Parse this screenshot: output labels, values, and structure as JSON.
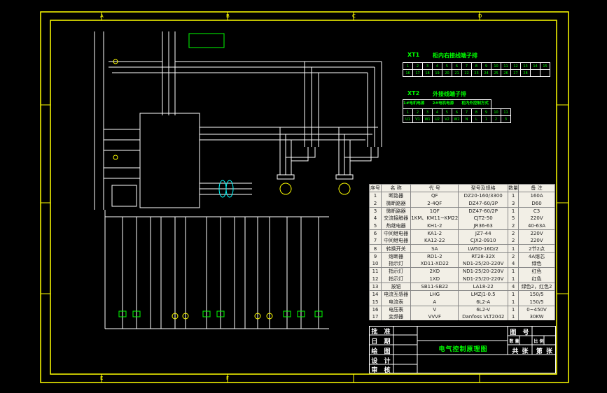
{
  "drawing_title": "电气控制原理图",
  "grid_letters": [
    "A",
    "B",
    "C",
    "D",
    "E",
    "F"
  ],
  "terminal_strips": [
    {
      "tag": "XT1",
      "title": "柜内右接线端子排",
      "row1": [
        "1",
        "2",
        "3",
        "4",
        "5",
        "6",
        "7",
        "8",
        "9",
        "10",
        "11",
        "12",
        "13",
        "14",
        "15"
      ],
      "row2": [
        "16",
        "17",
        "18",
        "19",
        "20",
        "21",
        "22",
        "23",
        "24",
        "25",
        "26",
        "27",
        "28",
        "",
        ""
      ]
    },
    {
      "tag": "XT2",
      "title": "外接线端子排",
      "headers": [
        "1#电机电源",
        "2#电机电源",
        "柜内外控制方式"
      ],
      "row1": [
        "1",
        "2",
        "3",
        "4",
        "5",
        "6",
        "7",
        "8",
        "9",
        "10",
        "11"
      ],
      "row2": [
        "U1",
        "V1",
        "W1",
        "U2",
        "V2",
        "W2",
        "N",
        "L",
        "1",
        "2",
        "3"
      ]
    }
  ],
  "parts_table": {
    "headers": [
      "序号",
      "名  称",
      "代  号",
      "型号及规格",
      "数量",
      "备  注"
    ],
    "rows": [
      [
        "1",
        "断路器",
        "QF",
        "DZ20-160/3300",
        "1",
        "160A"
      ],
      [
        "2",
        "微断路器",
        "2-4QF",
        "DZ47-60/3P",
        "3",
        "D60"
      ],
      [
        "3",
        "微断路器",
        "1QF",
        "DZ47-60/2P",
        "1",
        "C3"
      ],
      [
        "4",
        "交流接触器",
        "1KM、KM11~KM22",
        "CJT2-50",
        "5",
        "220V"
      ],
      [
        "5",
        "热继电器",
        "KH1-2",
        "JR36-63",
        "2",
        "40-63A"
      ],
      [
        "6",
        "中间继电器",
        "KA1-2",
        "JZ7-44",
        "2",
        "220V"
      ],
      [
        "7",
        "中间继电器",
        "KA12-22",
        "CJX2-0910",
        "2",
        "220V"
      ],
      [
        "8",
        "转换开关",
        "SA",
        "LW5D-16D/2",
        "1",
        "2节2点"
      ],
      [
        "9",
        "熔断器",
        "RD1-2",
        "RT28-32X",
        "2",
        "4A熔芯"
      ],
      [
        "10",
        "指示灯",
        "XD11-XD22",
        "ND1-25/20-220V",
        "4",
        "绿色"
      ],
      [
        "11",
        "指示灯",
        "2XD",
        "ND1-25/20-220V",
        "1",
        "红色"
      ],
      [
        "12",
        "指示灯",
        "1XD",
        "ND1-25/20-220V",
        "1",
        "红色"
      ],
      [
        "13",
        "按钮",
        "SB11-SB22",
        "LA18-22",
        "4",
        "绿色2，红色2"
      ],
      [
        "14",
        "电流互感器",
        "LHG",
        "LMZJ1-0.5",
        "1",
        "150/5"
      ],
      [
        "15",
        "电流表",
        "A",
        "6L2-A",
        "1",
        "150/5"
      ],
      [
        "16",
        "电压表",
        "V",
        "6L2-V",
        "1",
        "0~450V"
      ],
      [
        "17",
        "变频器",
        "VVVF",
        "Danfoss VLT2042",
        "1",
        "30KW"
      ]
    ],
    "separators_after": [
      0,
      2,
      5,
      7,
      8,
      10,
      12,
      13,
      15
    ]
  },
  "title_block": {
    "approve": "批 准",
    "date": "日 期",
    "drawn": "绘 图",
    "design": "设 计",
    "review": "审 核",
    "drawing_no": "图 号",
    "quantity": "数 量",
    "scale": "比 例",
    "total_sheets": "共   张",
    "sheet_no": "第   张"
  },
  "colors": {
    "frame": "#ffff00",
    "wire": "#ffffff",
    "annotation": "#00ff00",
    "motor": "#ffff00",
    "table_bg": "#f2efe6"
  }
}
